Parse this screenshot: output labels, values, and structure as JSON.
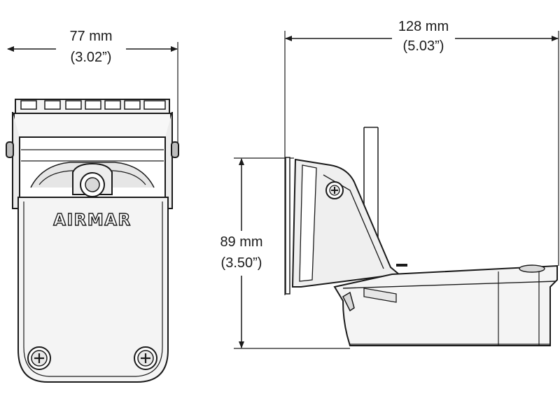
{
  "dimensions": {
    "front_width": {
      "metric": "77 mm",
      "imperial": "(3.02”)"
    },
    "side_length": {
      "metric": "128 mm",
      "imperial": "(5.03”)"
    },
    "side_height": {
      "metric": "89 mm",
      "imperial": "(3.50”)"
    }
  },
  "brand": {
    "logo_text": "AIRMAR"
  },
  "colors": {
    "line": "#1a1a1a",
    "shade": "#d9d9d9",
    "fill": "#f4f4f4"
  },
  "icons": {
    "screw": "phillips-screw-icon",
    "arrow": "dimension-arrow-icon"
  }
}
